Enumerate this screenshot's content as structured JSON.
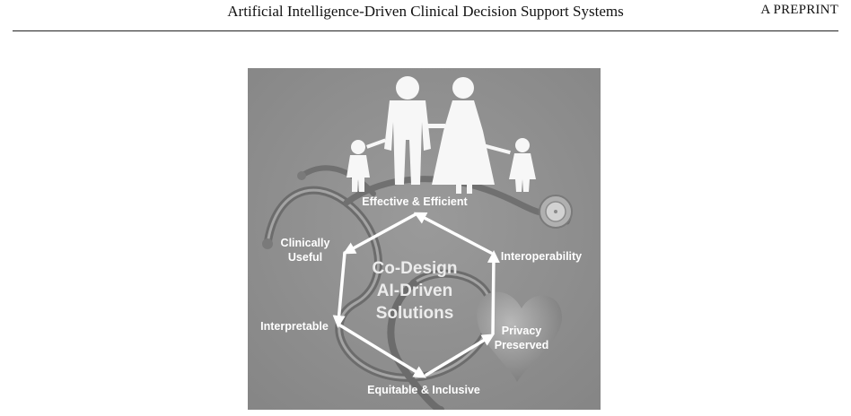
{
  "header": {
    "title": "Artificial Intelligence-Driven Clinical Decision Support Systems",
    "badge": "A PREPRINT"
  },
  "figure": {
    "center_lines": [
      "Co-Design",
      "AI-Driven",
      "Solutions"
    ],
    "labels": {
      "top": "Effective & Efficient",
      "upper_left_1": "Clinically",
      "upper_left_2": "Useful",
      "upper_right": "Interoperability",
      "lower_left": "Interpretable",
      "lower_right_1": "Privacy",
      "lower_right_2": "Preserved",
      "bottom": "Equitable & Inclusive"
    },
    "colors": {
      "background": "#8f8f8f",
      "arrow": "#ffffff",
      "paper_cutout": "#f7f7f7"
    }
  }
}
